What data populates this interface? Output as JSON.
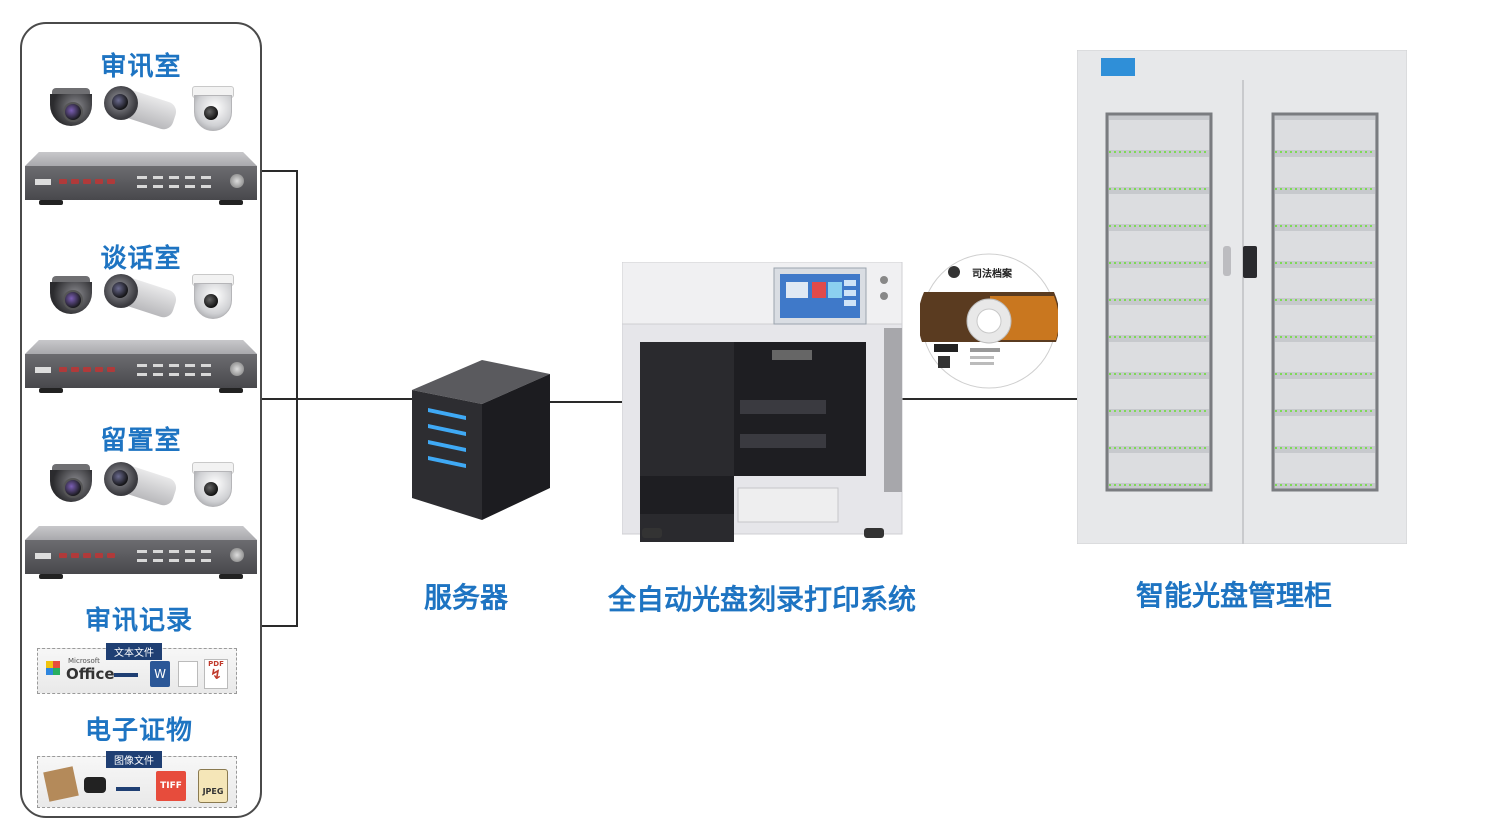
{
  "left_panel": {
    "rooms": [
      "审讯室",
      "谈话室",
      "留置室"
    ],
    "record_title": "审讯记录",
    "record_tag": "文本文件",
    "record_office_logo_small": "Microsoft",
    "record_office_logo": "Office",
    "record_word_icon": "W",
    "record_pdf_icon": "PDF",
    "evidence_title": "电子证物",
    "evidence_tag": "图像文件",
    "evidence_tiff_icon": "TIFF",
    "evidence_jpeg_icon": "JPEG"
  },
  "labels": {
    "server": "服务器",
    "burner": "全自动光盘刻录打印系统",
    "cabinet": "智能光盘管理柜"
  },
  "disc": {
    "title": "司法档案"
  },
  "colors": {
    "label_blue": "#1e74c2",
    "panel_border": "#4a4a4a",
    "server_led": "#3fa9f5",
    "cabinet_led": "#7ed957"
  },
  "icons": [
    "dome-camera-icon",
    "bullet-camera-icon",
    "white-dome-camera-icon",
    "dvr-icon",
    "server-icon",
    "disc-printer-icon",
    "disc-icon",
    "cabinet-icon"
  ]
}
